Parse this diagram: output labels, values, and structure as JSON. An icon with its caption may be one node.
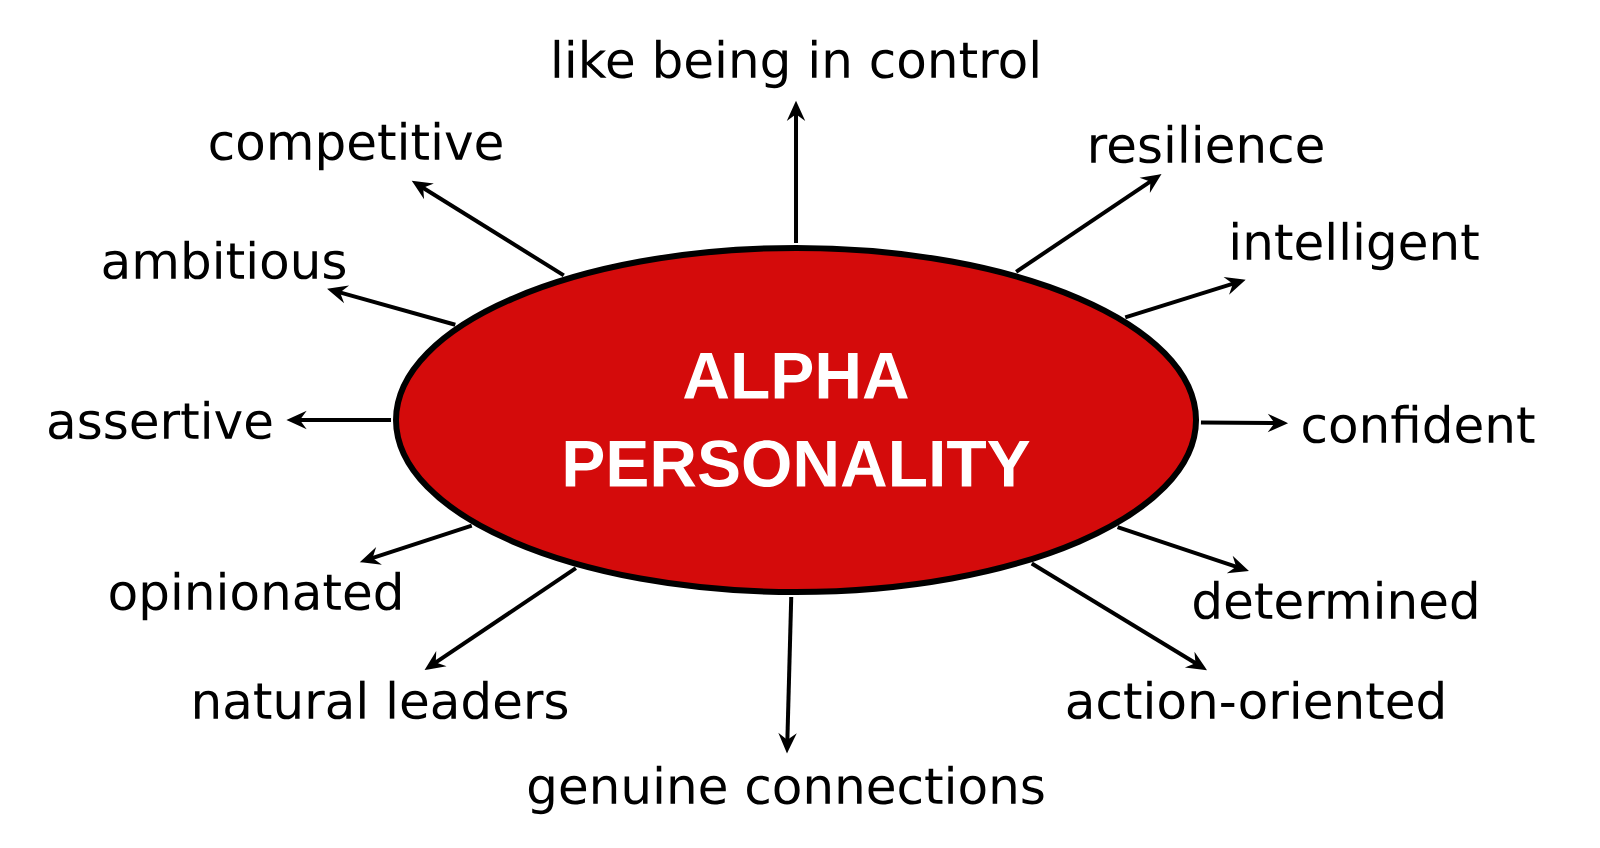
{
  "diagram": {
    "nodes": [
      {
        "text": [
          "ALPHA PERSONALITY"
        ]
      },
      {
        "text": [
          "like being in control"
        ]
      },
      {
        "text": [
          "competitive"
        ]
      },
      {
        "text": [
          "resilience"
        ]
      },
      {
        "text": [
          "intelligent"
        ]
      },
      {
        "text": [
          "ambitious"
        ]
      },
      {
        "text": [
          "assertive"
        ]
      },
      {
        "text": [
          "confident"
        ]
      },
      {
        "text": [
          "opinionated"
        ]
      },
      {
        "text": [
          "determined"
        ]
      },
      {
        "text": [
          "natural leaders"
        ]
      },
      {
        "text": [
          "action-oriented"
        ]
      },
      {
        "text": [
          "genuine connections"
        ]
      }
    ],
    "edges": [
      {
        "from": 0,
        "to": 1,
        "arrow": "to"
      },
      {
        "from": 0,
        "to": 2,
        "arrow": "to"
      },
      {
        "from": 0,
        "to": 3,
        "arrow": "to"
      },
      {
        "from": 0,
        "to": 4,
        "arrow": "to"
      },
      {
        "from": 0,
        "to": 5,
        "arrow": "to"
      },
      {
        "from": 0,
        "to": 6,
        "arrow": "to"
      },
      {
        "from": 0,
        "to": 7,
        "arrow": "to"
      },
      {
        "from": 0,
        "to": 8,
        "arrow": "to"
      },
      {
        "from": 0,
        "to": 9,
        "arrow": "to"
      },
      {
        "from": 0,
        "to": 10,
        "arrow": "to"
      },
      {
        "from": 0,
        "to": 11,
        "arrow": "to"
      },
      {
        "from": 0,
        "to": 12,
        "arrow": "to"
      }
    ]
  }
}
